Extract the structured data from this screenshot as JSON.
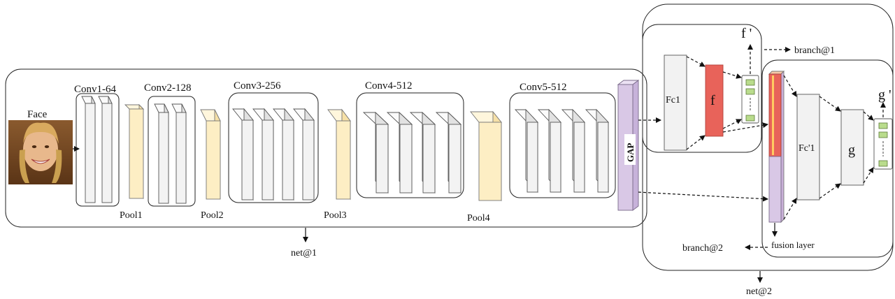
{
  "input": {
    "label": "Face"
  },
  "conv_blocks": [
    {
      "label": "Conv1-64"
    },
    {
      "label": "Conv2-128"
    },
    {
      "label": "Conv3-256"
    },
    {
      "label": "Conv4-512"
    },
    {
      "label": "Conv5-512"
    }
  ],
  "pools": [
    {
      "label": "Pool1"
    },
    {
      "label": "Pool2"
    },
    {
      "label": "Pool3"
    },
    {
      "label": "Pool4"
    }
  ],
  "gap": {
    "label": "GAP"
  },
  "net1": {
    "label": "net@1"
  },
  "net2": {
    "label": "net@2"
  },
  "branch1": {
    "fc_label": "Fc1",
    "feature_label": "f",
    "output_label": "f '",
    "name": "branch@1"
  },
  "branch2": {
    "fc_label": "Fc'1",
    "feature_label": "g",
    "output_label": "g '",
    "name": "branch@2",
    "fusion_label": "fusion layer"
  },
  "colors": {
    "conv": "#f3f3f3",
    "pool": "#fdeec4",
    "gap": "#d9c8e6",
    "feature_f": "#e8635a",
    "fc": "#f2f2f2",
    "output_cell": "#b9dc8c"
  }
}
